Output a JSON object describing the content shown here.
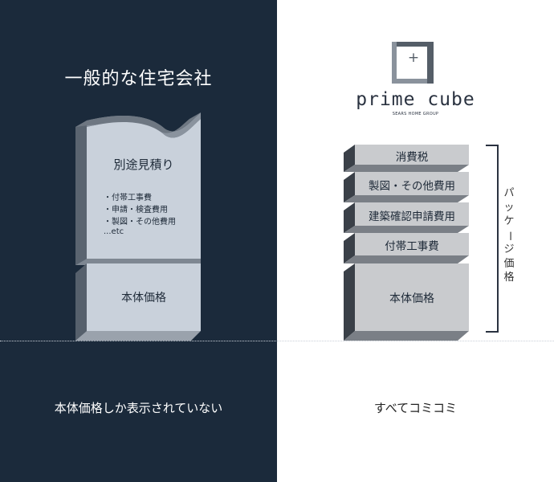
{
  "left": {
    "title": "一般的な住宅会社",
    "estimate_heading": "別途見積り",
    "estimate_items": [
      "・付帯工事費",
      "・申請・検査費用",
      "・製図・その他費用",
      "...etc"
    ],
    "base_block": "本体価格",
    "caption": "本体価格しか表示されていない"
  },
  "right": {
    "logo": {
      "wordmark": "prime cube",
      "tagline": "SEARS HOME GROUP",
      "plus": "+"
    },
    "blocks": [
      "消費税",
      "製図・その他費用",
      "建築確認申請費用",
      "付帯工事費",
      "本体価格"
    ],
    "package_label": [
      "パ",
      "ッ",
      "ケ",
      "ー",
      "ジ",
      "価",
      "格"
    ],
    "caption": "すべてコミコミ"
  },
  "colors": {
    "dark_bg": "#1b2a3b",
    "block_front": "#c9d1db",
    "block_side": "#56606c",
    "block_bottom": "#9aa2ac",
    "right_block_front": "#c9cbce",
    "right_block_side": "#3a4048",
    "right_block_bottom": "#7a7f86"
  }
}
